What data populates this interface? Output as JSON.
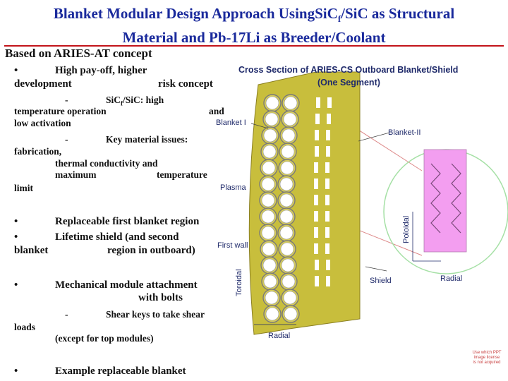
{
  "title": {
    "line1_pre": "Blanket Modular Design Approach Using",
    "line1_sic": "SiC",
    "line1_sub": "f",
    "line1_post": "/SiC as Structural",
    "line2": "Material and Pb-17Li as Breeder/Coolant"
  },
  "body": {
    "heading": "Based on ARIES-AT concept",
    "bullet1_a": "•",
    "bullet1_b": "High pay-off, higher",
    "bullet1_c": "development",
    "bullet1_d": "risk concept",
    "dash1": "-",
    "sub1_a_pre": "SiC",
    "sub1_a_sub": "f",
    "sub1_a_post": "/SiC: high",
    "sub1_b": "temperature operation",
    "sub1_c": "and",
    "sub1_d": "low activation",
    "dash2": "-",
    "sub2_a": "Key material issues:",
    "sub2_b": "fabrication,",
    "sub2_c": "thermal conductivity and",
    "sub2_d": "maximum",
    "sub2_e": "temperature",
    "sub2_f": "limit",
    "bullet2_a": "•",
    "bullet2_b": "Replaceable first blanket region",
    "bullet3_a": "•",
    "bullet3_b": "Lifetime shield (and second",
    "bullet3_c": "blanket",
    "bullet3_d": "region in outboard)",
    "bullet4_a": "•",
    "bullet4_b": "Mechanical module attachment",
    "bullet4_c": "with bolts",
    "dash3": "-",
    "sub3_a": "Shear keys to take shear",
    "sub3_b": "loads",
    "sub3_c": "(except for top modules)",
    "bullet5_a": "•",
    "bullet5_b": "Example replaceable blanket"
  },
  "figure": {
    "title": "Cross Section of ARIES-CS Outboard Blanket/Shield",
    "subtitle": "(One Segment)",
    "blanket1": "Blanket I",
    "blanket2": "Blanket-II",
    "plasma": "Plasma",
    "first_wall": "First wall",
    "shield": "Shield",
    "toroidal": "Toroidal",
    "radial_bottom": "Radial",
    "poloidal": "Poloidal",
    "radial_right": "Radial"
  },
  "watermark": {
    "line1": "Use which PPT",
    "line2": "image license",
    "line3": "is not acquired"
  },
  "colors": {
    "title": "#1a2a9c",
    "rule": "#c3141a",
    "blanket": "#c8be3c",
    "tube": "#d6cc5a",
    "ring": "#7a7a7a",
    "pink": "#f39ef0",
    "circle": "#a5e0a5",
    "slots": "#ffffff"
  }
}
